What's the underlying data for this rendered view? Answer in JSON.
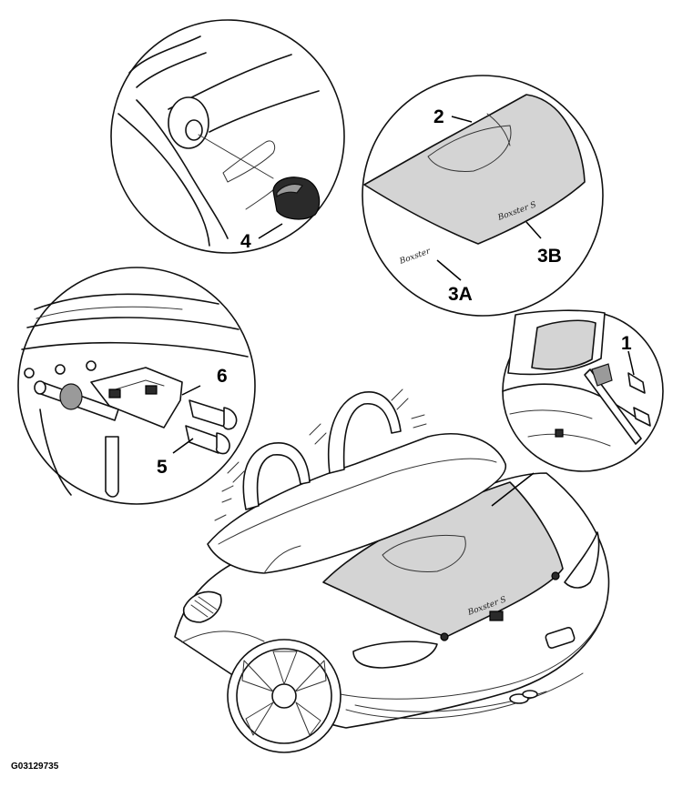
{
  "callouts": {
    "c1": "1",
    "c2": "2",
    "c3a": "3A",
    "c3b": "3B",
    "c4": "4",
    "c5": "5",
    "c6": "6"
  },
  "emblems": {
    "boxster": "Boxster",
    "boxster_s": "Boxster S"
  },
  "figure_code": "G03129735"
}
